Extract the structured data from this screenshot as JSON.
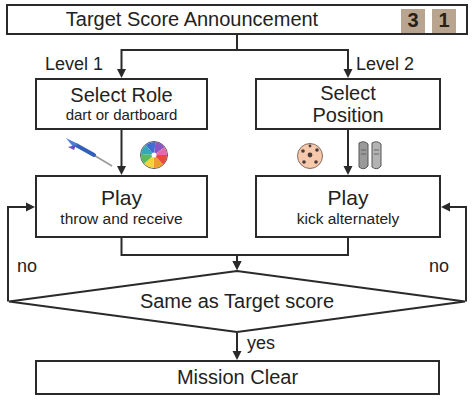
{
  "diagram": {
    "nodes": [
      {
        "text": [
          "Target Score Announcement"
        ]
      },
      {
        "text": [
          "3"
        ],
        "in": 0
      },
      {
        "text": [
          "1"
        ],
        "in": 0
      },
      {
        "text": [
          "Select Role",
          "dart or dartboard"
        ]
      },
      {
        "text": [
          "Select Position"
        ]
      },
      {
        "text": [
          "Play",
          "throw and receive"
        ]
      },
      {
        "text": [
          "Play",
          "kick alternately"
        ]
      },
      {
        "text": [
          "Same as Target score"
        ]
      },
      {
        "text": [
          "Mission Clear"
        ]
      }
    ],
    "edges": [
      {
        "from": 0,
        "to": 3,
        "arrow": "to",
        "label": "Level 1"
      },
      {
        "from": 0,
        "to": 4,
        "arrow": "to",
        "label": "Level 2"
      },
      {
        "from": 3,
        "to": 5,
        "arrow": "to"
      },
      {
        "from": 4,
        "to": 6,
        "arrow": "to"
      },
      {
        "from": 5,
        "to": 7,
        "arrow": "to"
      },
      {
        "from": 6,
        "to": 7,
        "arrow": "to"
      },
      {
        "from": 7,
        "to": 5,
        "arrow": "to",
        "label": "no"
      },
      {
        "from": 7,
        "to": 6,
        "arrow": "to",
        "label": "no"
      },
      {
        "from": 7,
        "to": 8,
        "arrow": "to",
        "label": "yes"
      }
    ]
  }
}
